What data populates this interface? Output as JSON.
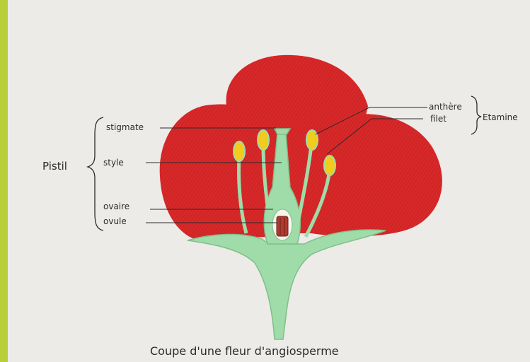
{
  "diagram": {
    "labels": {
      "stigmate": "stigmate",
      "style": "style",
      "ovaire": "ovaire",
      "ovule": "ovule",
      "pistil": "Pistil",
      "anthere": "anthère",
      "filet": "filet",
      "etamine": "Etamine"
    },
    "caption": "Coupe d'une fleur d'angiosperme"
  },
  "colors": {
    "frame": "#b9cf3a",
    "paper": "#ecebe8",
    "petal": "#d8292a",
    "petal_dark": "#c21d1f",
    "stem": "#9fdca9",
    "stem_outline": "#7fbf8a",
    "anther": "#f2cc1c",
    "ink": "#2b2b2b"
  }
}
